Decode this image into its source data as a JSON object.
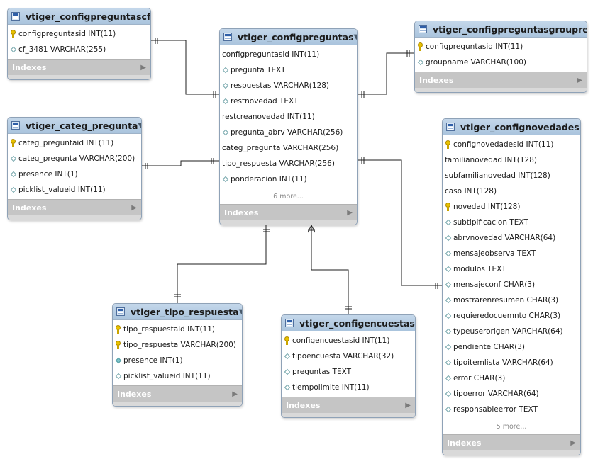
{
  "indexes_label": "Indexes",
  "tables": {
    "t1": {
      "name": "vtiger_configpreguntascf",
      "columns": [
        {
          "text": "configpreguntasid INT(11)",
          "icon": "key"
        },
        {
          "text": "cf_3481 VARCHAR(255)",
          "icon": "diamond"
        }
      ]
    },
    "t2": {
      "name": "vtiger_categ_pregunta",
      "columns": [
        {
          "text": "categ_preguntaid INT(11)",
          "icon": "key"
        },
        {
          "text": "categ_pregunta VARCHAR(200)",
          "icon": "diamond"
        },
        {
          "text": "presence INT(1)",
          "icon": "diamond"
        },
        {
          "text": "picklist_valueid INT(11)",
          "icon": "diamond"
        }
      ]
    },
    "t3": {
      "name": "vtiger_configpreguntas",
      "columns": [
        {
          "text": "configpreguntasid INT(11)",
          "icon": "none"
        },
        {
          "text": "pregunta TEXT",
          "icon": "diamond"
        },
        {
          "text": "respuestas VARCHAR(128)",
          "icon": "diamond"
        },
        {
          "text": "restnovedad TEXT",
          "icon": "diamond"
        },
        {
          "text": "restcreanovedad INT(11)",
          "icon": "none"
        },
        {
          "text": "pregunta_abrv VARCHAR(256)",
          "icon": "diamond"
        },
        {
          "text": "categ_pregunta VARCHAR(256)",
          "icon": "none"
        },
        {
          "text": "tipo_respuesta VARCHAR(256)",
          "icon": "none"
        },
        {
          "text": "ponderacion INT(11)",
          "icon": "diamond"
        }
      ],
      "more": "6 more..."
    },
    "t4": {
      "name": "vtiger_configpreguntasgrouprel",
      "columns": [
        {
          "text": "configpreguntasid INT(11)",
          "icon": "key"
        },
        {
          "text": "groupname VARCHAR(100)",
          "icon": "diamond"
        }
      ]
    },
    "t5": {
      "name": "vtiger_confignovedades",
      "columns": [
        {
          "text": "confignovedadesid INT(11)",
          "icon": "key"
        },
        {
          "text": "familianovedad INT(128)",
          "icon": "none"
        },
        {
          "text": "subfamilianovedad INT(128)",
          "icon": "none"
        },
        {
          "text": "caso INT(128)",
          "icon": "none"
        },
        {
          "text": "novedad INT(128)",
          "icon": "key"
        },
        {
          "text": "subtipificacion TEXT",
          "icon": "diamond"
        },
        {
          "text": "abrvnovedad VARCHAR(64)",
          "icon": "diamond"
        },
        {
          "text": "mensajeobserva TEXT",
          "icon": "diamond"
        },
        {
          "text": "modulos TEXT",
          "icon": "diamond"
        },
        {
          "text": "mensajeconf CHAR(3)",
          "icon": "diamond"
        },
        {
          "text": "mostrarenresumen CHAR(3)",
          "icon": "diamond"
        },
        {
          "text": "requieredocuemnto CHAR(3)",
          "icon": "diamond"
        },
        {
          "text": "typeuserorigen VARCHAR(64)",
          "icon": "diamond"
        },
        {
          "text": "pendiente CHAR(3)",
          "icon": "diamond"
        },
        {
          "text": "tipoitemlista VARCHAR(64)",
          "icon": "diamond"
        },
        {
          "text": "error CHAR(3)",
          "icon": "diamond"
        },
        {
          "text": "tipoerror VARCHAR(64)",
          "icon": "diamond"
        },
        {
          "text": "responsableerror TEXT",
          "icon": "diamond"
        }
      ],
      "more": "5 more..."
    },
    "t6": {
      "name": "vtiger_tipo_respuesta",
      "columns": [
        {
          "text": "tipo_respuestaid INT(11)",
          "icon": "key"
        },
        {
          "text": "tipo_respuesta VARCHAR(200)",
          "icon": "key"
        },
        {
          "text": "presence INT(1)",
          "icon": "diamond-filled"
        },
        {
          "text": "picklist_valueid INT(11)",
          "icon": "diamond"
        }
      ]
    },
    "t7": {
      "name": "vtiger_configencuestas",
      "columns": [
        {
          "text": "configencuestasid INT(11)",
          "icon": "key"
        },
        {
          "text": "tipoencuesta VARCHAR(32)",
          "icon": "diamond"
        },
        {
          "text": "preguntas TEXT",
          "icon": "diamond"
        },
        {
          "text": "tiempolimite INT(11)",
          "icon": "diamond"
        }
      ]
    }
  }
}
